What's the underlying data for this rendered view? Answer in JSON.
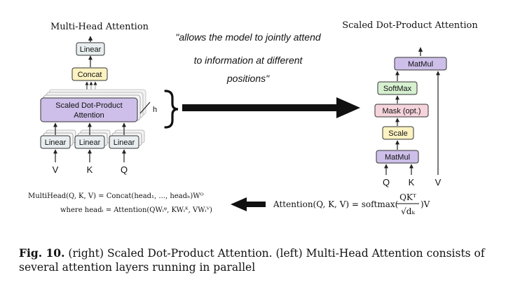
{
  "multi_head": {
    "title": "Multi-Head Attention",
    "linear_top": "Linear",
    "concat": "Concat",
    "sdpa_line1": "Scaled Dot-Product",
    "sdpa_line2": "Attention",
    "h_label": "h",
    "linears": [
      "Linear",
      "Linear",
      "Linear"
    ],
    "inputs": [
      "V",
      "K",
      "Q"
    ]
  },
  "quote": {
    "line1": "\"allows the model to jointly attend",
    "line2": "to information at different",
    "line3": "positions\""
  },
  "scaled": {
    "title": "Scaled Dot-Product Attention",
    "matmul_top": "MatMul",
    "softmax": "SoftMax",
    "mask": "Mask (opt.)",
    "scale": "Scale",
    "matmul_bottom": "MatMul",
    "inputs": [
      "Q",
      "K",
      "V"
    ]
  },
  "formulas": {
    "multihead_line1": "MultiHead(Q, K, V) = Concat(head₁, ..., headₕ)Wᴼ",
    "multihead_line2": "where headᵢ = Attention(QWᵢᵠ, KWᵢᴷ, VWᵢⱽ)",
    "attention_left": "Attention(Q, K, V) = softmax(",
    "attention_num": "QKᵀ",
    "attention_den": "√dₖ",
    "attention_right": ")V"
  },
  "caption": {
    "label": "Fig. 10.",
    "text": " (right) Scaled Dot-Product Attention. (left) Multi-Head Attention consists of several attention layers running in parallel"
  },
  "colors": {
    "linear": "#e8eef0",
    "concat": "#fdf3c2",
    "attention": "#cdbfe9",
    "softmax": "#d6f0d0",
    "mask": "#f6d4dc",
    "scale": "#fdf3c2",
    "stroke": "#333333"
  }
}
